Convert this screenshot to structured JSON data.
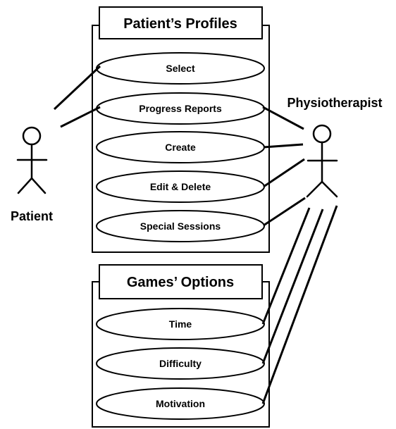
{
  "groups": [
    {
      "title": "Patient’s Profiles",
      "use_cases": [
        "Select",
        "Progress Reports",
        "Create",
        "Edit & Delete",
        "Special Sessions"
      ]
    },
    {
      "title": "Games’ Options",
      "use_cases": [
        "Time",
        "Difficulty",
        "Motivation"
      ]
    }
  ],
  "actors": {
    "patient": "Patient",
    "physiotherapist": "Physiotherapist"
  }
}
